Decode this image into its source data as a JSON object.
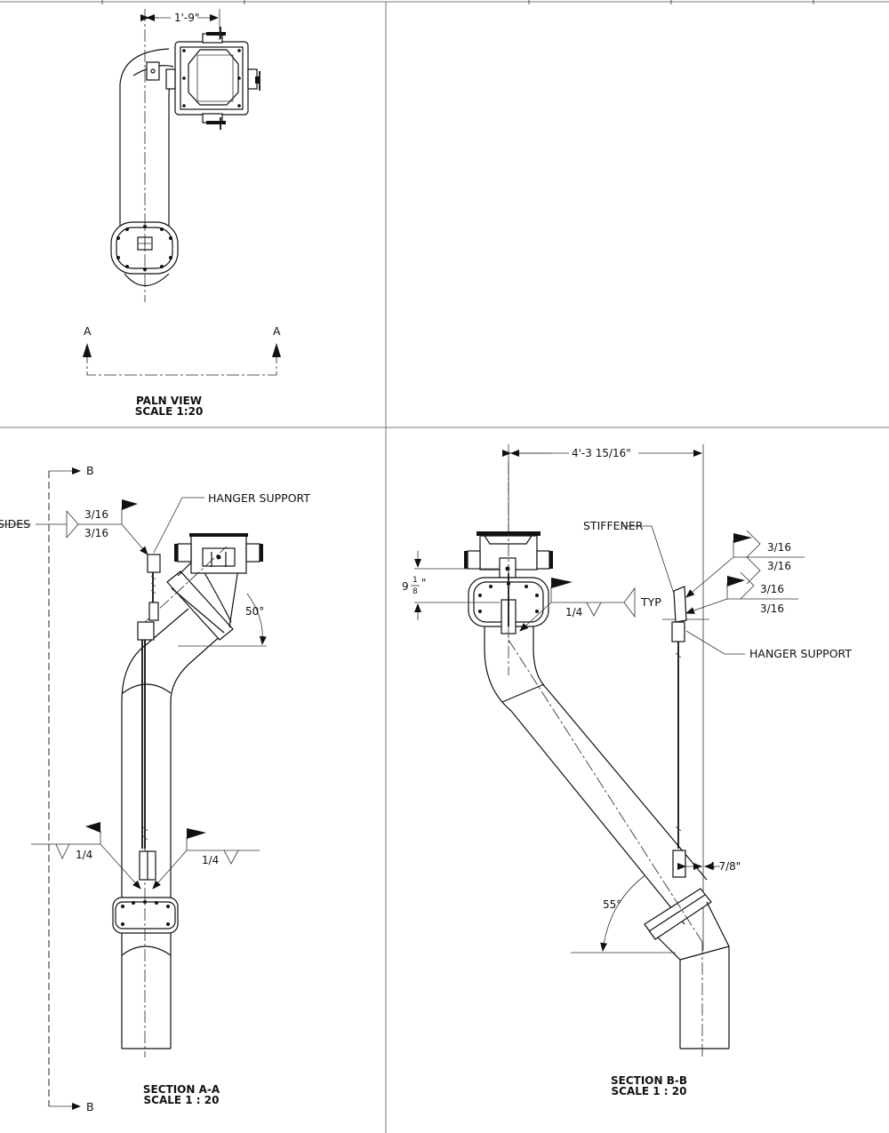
{
  "views": {
    "plan": {
      "title": "PALN VIEW",
      "scale": "SCALE 1:20",
      "dimension": "1'-9\"",
      "cut_label_left": "A",
      "cut_label_right": "A"
    },
    "section_a": {
      "title": "SECTION A-A",
      "scale": "SCALE 1 : 20",
      "cut_label_top": "B",
      "cut_label_bottom": "B",
      "callout_sides": "SIDES",
      "weld_top": "3/16",
      "weld_bottom": "3/16",
      "hanger": "HANGER SUPPORT",
      "angle": "50°",
      "weld_left": "1/4",
      "weld_right": "1/4"
    },
    "section_b": {
      "title": "SECTION B-B",
      "scale": "SCALE 1 : 20",
      "dimension_top": "4'-3 15/16\"",
      "stiffener": "STIFFENER",
      "weld_s1_top": "3/16",
      "weld_s1_bottom": "3/16",
      "weld_s2_top": "3/16",
      "weld_s2_bottom": "3/16",
      "typ": "TYP",
      "weld_flange": "1/4",
      "hanger": "HANGER SUPPORT",
      "dim_offset": "4 7/8\"",
      "dim_height_whole": "9",
      "dim_height_num": "1",
      "dim_height_den": "8",
      "dim_height_unit": "\"",
      "angle": "55°"
    }
  }
}
